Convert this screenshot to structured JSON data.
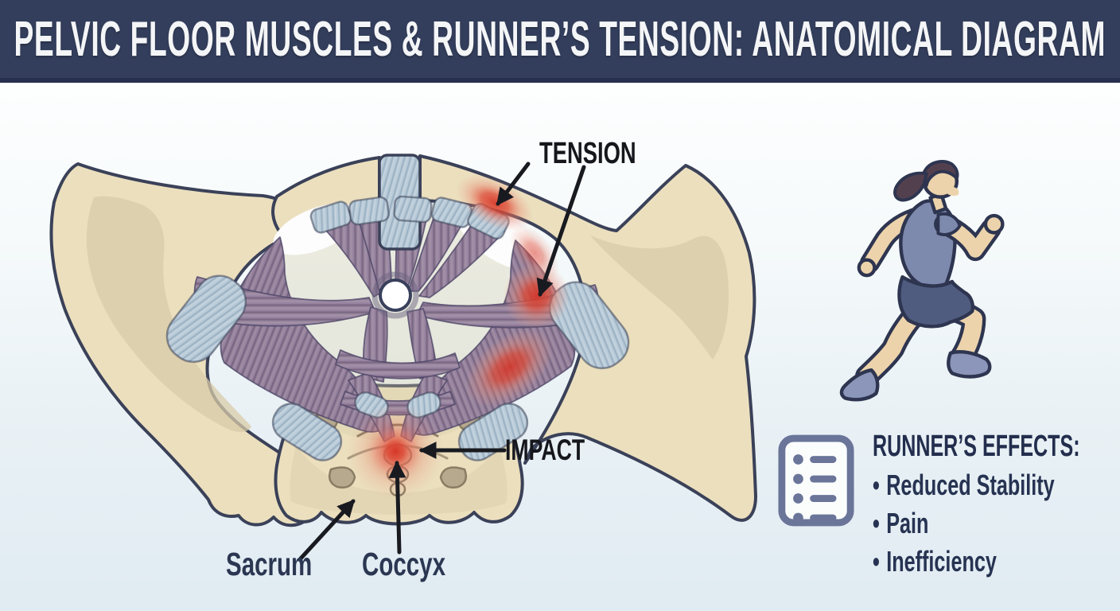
{
  "header": {
    "title": "PELVIC FLOOR MUSCLES & RUNNER’S TENSION: ANATOMICAL DIAGRAM",
    "bg_color": "#333e5c",
    "text_color": "#f4f5f7"
  },
  "diagram": {
    "labels": {
      "tension": "TENSION",
      "impact": "IMPACT",
      "sacrum": "Sacrum",
      "coccyx": "Coccyx"
    },
    "colors": {
      "bone": "#ebdfbe",
      "bone_shade": "#d8cba9",
      "muscle": "#97839e",
      "ligament": "#b9cbd9",
      "outline": "#3a4158",
      "highlight_red": "#d63426",
      "arrow": "#181a20"
    }
  },
  "effects_panel": {
    "icon": "checklist-icon",
    "icon_color": "#6a7599",
    "heading": "RUNNER’S EFFECTS:",
    "bullet": "•",
    "items": [
      "Reduced Stability",
      "Pain",
      "Inefficiency"
    ],
    "text_color": "#232e4e"
  },
  "runner": {
    "name": "runner-illustration"
  }
}
